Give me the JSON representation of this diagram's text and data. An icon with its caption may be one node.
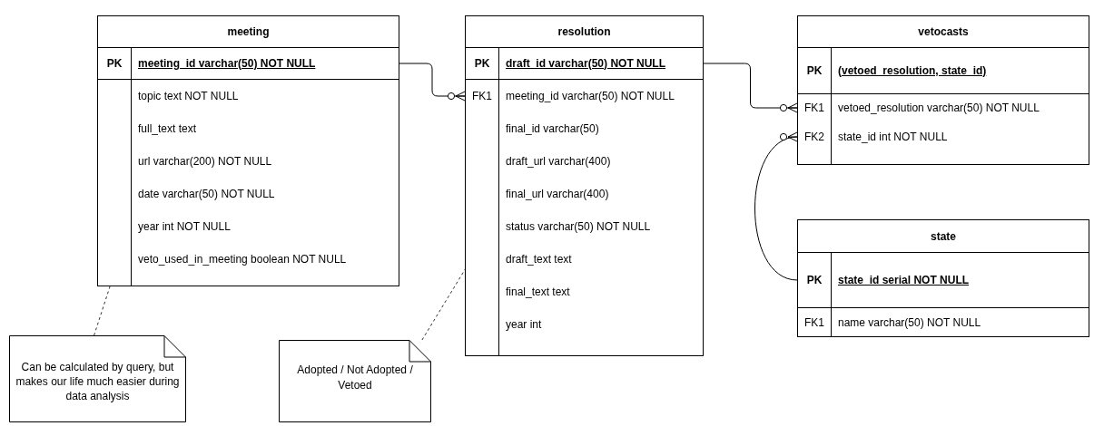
{
  "diagram": {
    "nodes": [
      {
        "text": [
          "meeting"
        ]
      },
      {
        "text": [
          "PK",
          "meeting_id varchar(50) NOT NULL"
        ],
        "in": 0
      },
      {
        "text": [
          "topic text NOT NULL"
        ],
        "in": 0
      },
      {
        "text": [
          "full_text text"
        ],
        "in": 0
      },
      {
        "text": [
          "url varchar(200) NOT NULL"
        ],
        "in": 0
      },
      {
        "text": [
          "date varchar(50) NOT NULL"
        ],
        "in": 0
      },
      {
        "text": [
          "year int NOT NULL"
        ],
        "in": 0
      },
      {
        "text": [
          "veto_used_in_meeting boolean NOT NULL"
        ],
        "in": 0
      },
      {
        "text": [
          "resolution"
        ]
      },
      {
        "text": [
          "PK",
          "draft_id varchar(50) NOT NULL"
        ],
        "in": 8
      },
      {
        "text": [
          "FK1",
          "meeting_id varchar(50) NOT NULL"
        ],
        "in": 8
      },
      {
        "text": [
          "final_id varchar(50)"
        ],
        "in": 8
      },
      {
        "text": [
          "draft_url varchar(400)"
        ],
        "in": 8
      },
      {
        "text": [
          "final_url varchar(400)"
        ],
        "in": 8
      },
      {
        "text": [
          "status varchar(50) NOT NULL"
        ],
        "in": 8
      },
      {
        "text": [
          "draft_text text"
        ],
        "in": 8
      },
      {
        "text": [
          "final_text text"
        ],
        "in": 8
      },
      {
        "text": [
          "year int"
        ],
        "in": 8
      },
      {
        "text": [
          "vetocasts"
        ]
      },
      {
        "text": [
          "PK",
          "(vetoed_resolution, state_id)"
        ],
        "in": 18
      },
      {
        "text": [
          "FK1",
          "vetoed_resolution varchar(50) NOT NULL"
        ],
        "in": 18
      },
      {
        "text": [
          "FK2",
          "state_id int NOT NULL"
        ],
        "in": 18
      },
      {
        "text": [
          "state"
        ]
      },
      {
        "text": [
          "PK",
          "state_id serial NOT NULL"
        ],
        "in": 22
      },
      {
        "text": [
          "FK1",
          "name varchar(50) NOT NULL"
        ],
        "in": 22
      },
      {
        "text": [
          "Can be calculated by query, but makes our life much easier during data analysis"
        ]
      },
      {
        "text": [
          "Adopted / Not Adopted / Vetoed"
        ]
      }
    ],
    "edges": [
      {
        "from": 1,
        "to": 10,
        "arrow": "other"
      },
      {
        "from": 9,
        "to": 20,
        "arrow": "other"
      },
      {
        "from": 23,
        "to": 21,
        "arrow": "other"
      },
      {
        "from": 25,
        "to": 7,
        "arrow": "other",
        "style": "dashed"
      },
      {
        "from": 26,
        "to": 14,
        "arrow": "other",
        "style": "dashed"
      }
    ]
  }
}
